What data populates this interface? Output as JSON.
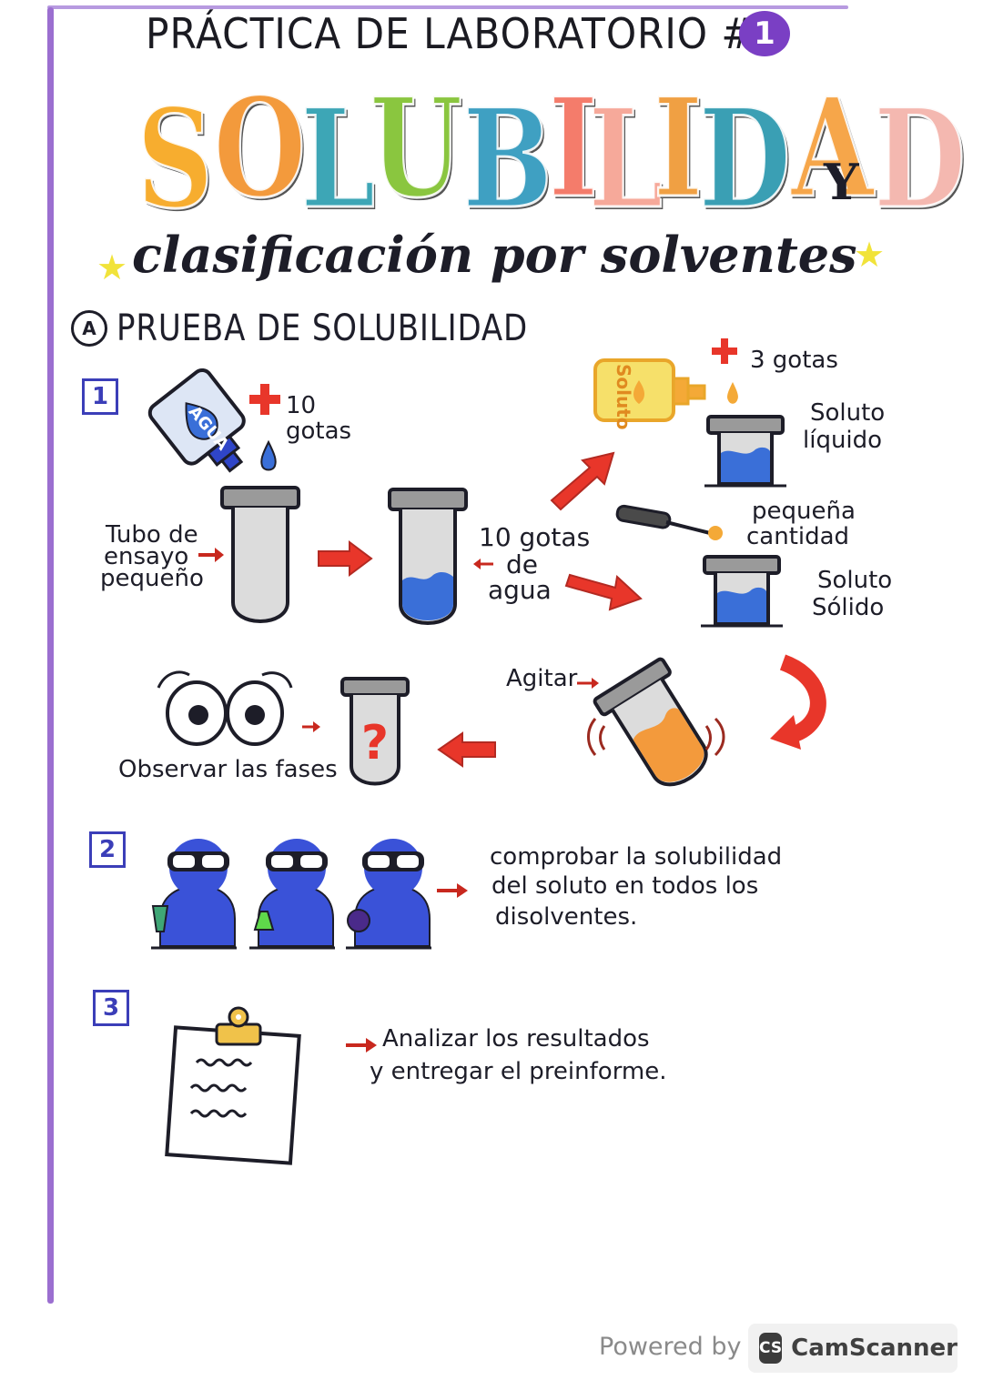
{
  "header": {
    "practice_title": "PRÁCTICA DE LABORATORIO #",
    "practice_number": "1",
    "main_title": [
      "S",
      "O",
      "L",
      "U",
      "B",
      "I",
      "L",
      "I",
      "D",
      "A",
      "D"
    ],
    "main_title_colors": [
      "#f7ad2f",
      "#f39a3c",
      "#3da6b6",
      "#8ac63f",
      "#3fa0c2",
      "#f47c6b",
      "#f6a99a",
      "#f0a043",
      "#3a9fb4",
      "#f6a64a",
      "#f4b8b0"
    ],
    "conjunction": "Y",
    "subtitle": "clasificación por solventes"
  },
  "section_a": {
    "badge": "A",
    "title": "PRUEBA DE SOLUBILIDAD"
  },
  "step1": {
    "number": "1",
    "bottle_label": "AGUA",
    "drops_top": "10",
    "drops_bottom": "gotas",
    "tube_label_lines": [
      "Tubo de",
      "ensayo",
      "pequeño"
    ],
    "water_label_lines": [
      "10 gotas",
      "de",
      "agua"
    ],
    "solute_bottle_label": "Soluto",
    "solute_drops": "3 gotas",
    "liquid_solute_lines": [
      "Soluto",
      "líquido"
    ],
    "small_amount_lines": [
      "pequeña",
      "cantidad"
    ],
    "solid_solute_lines": [
      "Soluto",
      "Sólido"
    ],
    "shake_label": "Agitar",
    "observe_label": "Observar las fases",
    "question_mark": "?"
  },
  "step2": {
    "number": "2",
    "text_lines": [
      "comprobar la solubilidad",
      "del soluto en todos los",
      "disolventes."
    ]
  },
  "step3": {
    "number": "3",
    "text_lines": [
      "Analizar los resultados",
      "y entregar el preinforme."
    ]
  },
  "footer": {
    "powered_by": "Powered by",
    "brand_logo": "CS",
    "brand_name": "CamScanner"
  },
  "colors": {
    "margin_purple": "#9b6fd0",
    "accent_purple": "#7a3fc4",
    "step_blue": "#3b3eb8",
    "arrow_red": "#e8362a",
    "water_blue": "#3a6fd8",
    "orange": "#f39a3c",
    "yellow": "#f1e33a"
  }
}
